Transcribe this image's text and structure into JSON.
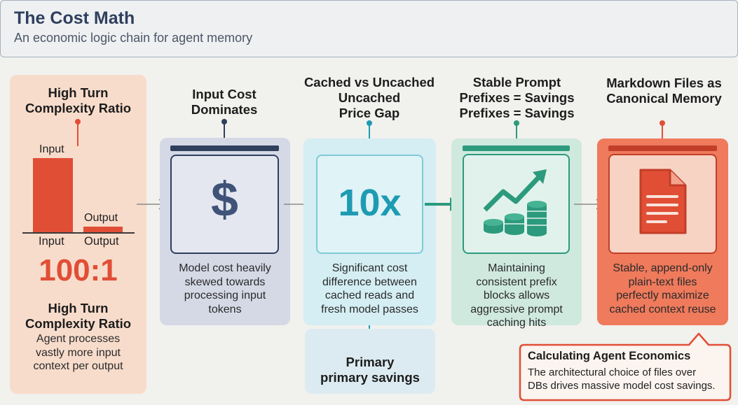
{
  "header": {
    "title": "The Cost Math",
    "subtitle": "An economic logic chain for agent memory"
  },
  "step1": {
    "title": [
      "High Turn",
      "Complexity Ratio"
    ],
    "bar_input_label": "Input",
    "bar_output_label": "Output",
    "axis_input_label": "Input",
    "axis_output_label": "Output",
    "ratio": "100:1",
    "subtitle": [
      "High Turn",
      "Complexity Ratio"
    ],
    "description": [
      "Agent processes",
      "vastly more input",
      "context per output"
    ],
    "input_share": 100,
    "output_share": 1
  },
  "step2": {
    "title": [
      "Input Cost",
      "Dominates"
    ],
    "symbol": "$",
    "description": [
      "Model cost heavily",
      "skewed towards",
      "processing input",
      "tokens"
    ]
  },
  "step3": {
    "title": [
      "Cached vs Uncached",
      "Uncached",
      "Price Gap"
    ],
    "big_value": "10x",
    "description": [
      "Significant cost",
      "difference between",
      "cached reads and",
      "fresh model passes"
    ],
    "sub_label": [
      "Primary",
      "primary savings"
    ]
  },
  "step4": {
    "title": [
      "Stable Prompt",
      "Prefixes = Savings",
      "Prefixes = Savings"
    ],
    "description": [
      "Maintaining",
      "consistent prefix",
      "blocks allows",
      "aggressive prompt",
      "caching hits"
    ]
  },
  "step5": {
    "title": [
      "Markdown Files as",
      "Canonical Memory"
    ],
    "description": [
      "Stable, append-only",
      "plain-text files",
      "perfectly maximize",
      "cached context reuse"
    ]
  },
  "callout": {
    "title": "Calculating Agent Economics",
    "body": [
      "The architectural choice of files over",
      "DBs drives massive model cost savings."
    ]
  },
  "colors": {
    "navy": "#2f3f5e",
    "red": "#e14e36",
    "teal": "#2c9a7c",
    "cyan": "#1d9bb3",
    "slate": "#4b5b7a"
  }
}
